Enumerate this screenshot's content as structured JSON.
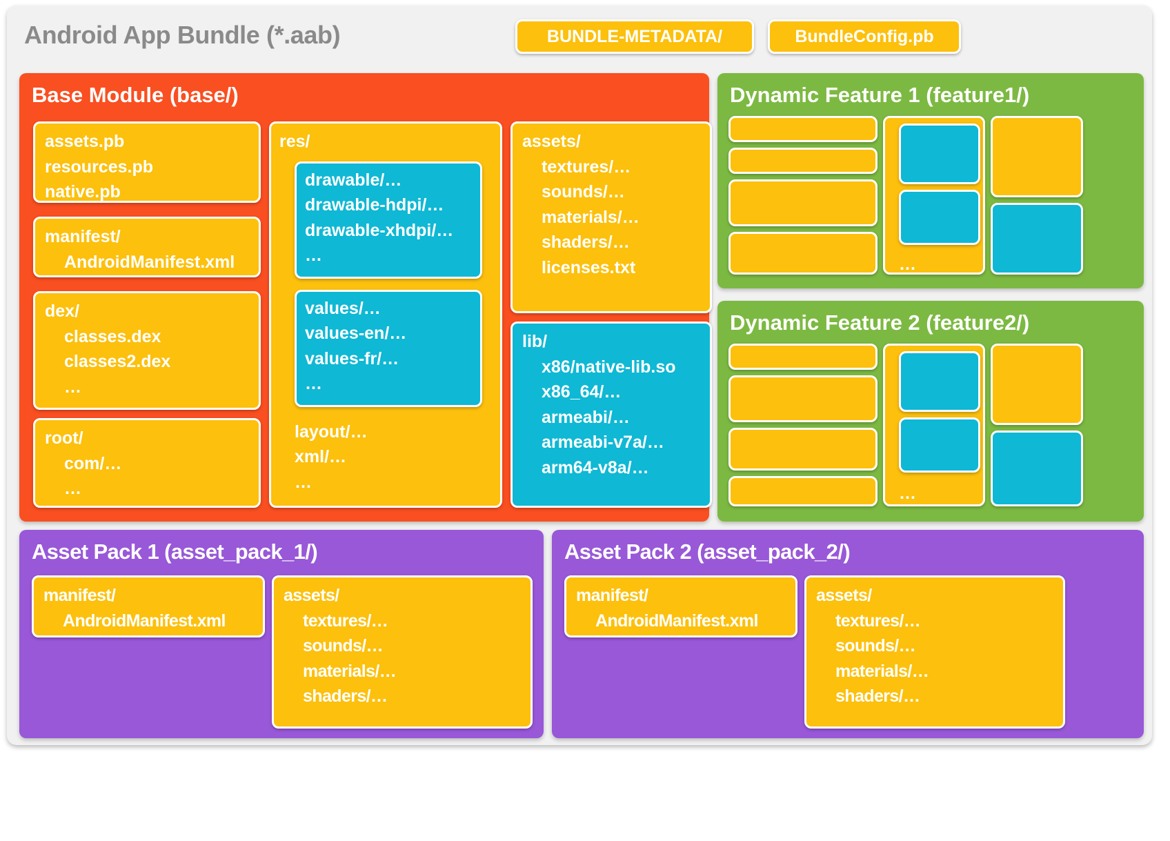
{
  "bundle": {
    "title": "Android App Bundle (*.aab)",
    "chips": [
      {
        "label": "BUNDLE-METADATA/"
      },
      {
        "label": "BundleConfig.pb"
      }
    ]
  },
  "colors": {
    "canvas": "#ffffff",
    "bundle_bg": "#f1f1f1",
    "base_module": "#F94F21",
    "dynamic_feature": "#7CB942",
    "asset_pack": "#9858D8",
    "yellow_box": "#FCC00D",
    "cyan_box": "#0FB8D4",
    "title_grey": "#8a8a8a",
    "box_text": "#ffffff"
  },
  "base_module": {
    "title": "Base Module (base/)",
    "column1": [
      {
        "name": "proto-files-box",
        "lines": [
          "assets.pb",
          "resources.pb",
          "native.pb"
        ]
      },
      {
        "name": "manifest-box",
        "lines": [
          "manifest/",
          "AndroidManifest.xml"
        ]
      },
      {
        "name": "dex-box",
        "lines": [
          "dex/",
          "classes.dex",
          "classes2.dex",
          "…"
        ]
      },
      {
        "name": "root-box",
        "lines": [
          "root/",
          "com/…",
          "…"
        ]
      }
    ],
    "res_box": {
      "header": "res/",
      "drawable_group": [
        "drawable/…",
        "drawable-hdpi/…",
        "drawable-xhdpi/…",
        "…"
      ],
      "values_group": [
        "values/…",
        "values-en/…",
        "values-fr/…",
        "…"
      ],
      "tail": [
        "layout/…",
        "xml/…",
        "…"
      ]
    },
    "assets_box": {
      "header": "assets/",
      "lines": [
        "textures/…",
        "sounds/…",
        "materials/…",
        "shaders/…",
        "licenses.txt"
      ]
    },
    "lib_box": {
      "header": "lib/",
      "lines": [
        "x86/native-lib.so",
        "x86_64/…",
        "armeabi/…",
        "armeabi-v7a/…",
        "arm64-v8a/…"
      ]
    }
  },
  "dynamic_features": [
    {
      "title": "Dynamic Feature 1 (feature1/)",
      "left_boxes": [
        "",
        "",
        "",
        ""
      ],
      "middle_box": {
        "cyan_boxes": [
          "",
          ""
        ],
        "ellipsis": "…"
      },
      "right_boxes": {
        "yellow": "",
        "cyan": ""
      }
    },
    {
      "title": "Dynamic Feature 2 (feature2/)",
      "left_boxes": [
        "",
        "",
        "",
        ""
      ],
      "middle_box": {
        "cyan_boxes": [
          "",
          ""
        ],
        "ellipsis": "…"
      },
      "right_boxes": {
        "yellow": "",
        "cyan": ""
      }
    }
  ],
  "asset_packs": [
    {
      "title": "Asset Pack 1 (asset_pack_1/)",
      "manifest_box": [
        "manifest/",
        "AndroidManifest.xml"
      ],
      "assets_box": {
        "header": "assets/",
        "lines": [
          "textures/…",
          "sounds/…",
          "materials/…",
          "shaders/…"
        ]
      }
    },
    {
      "title": "Asset Pack 2 (asset_pack_2/)",
      "manifest_box": [
        "manifest/",
        "AndroidManifest.xml"
      ],
      "assets_box": {
        "header": "assets/",
        "lines": [
          "textures/…",
          "sounds/…",
          "materials/…",
          "shaders/…"
        ]
      }
    }
  ]
}
